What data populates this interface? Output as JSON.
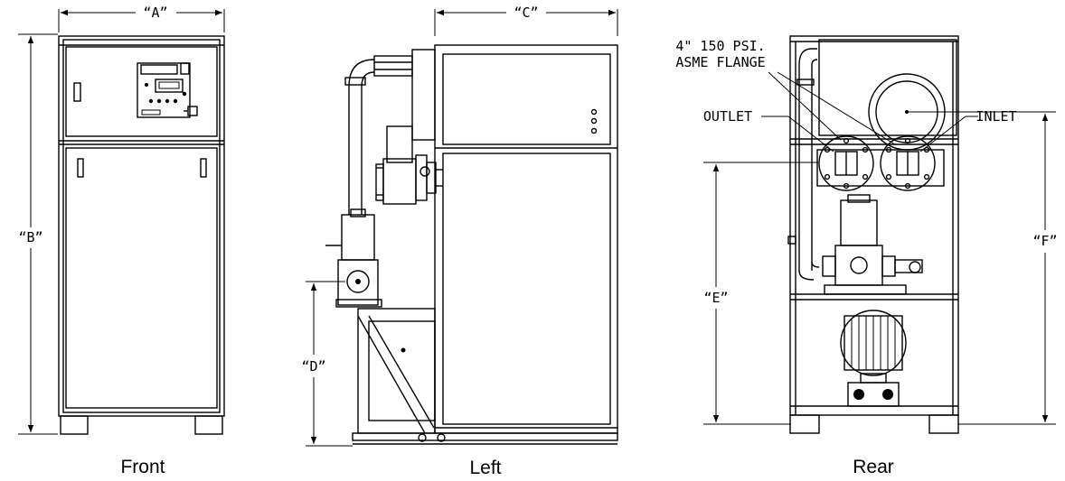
{
  "views": {
    "front": {
      "caption": "Front",
      "dim_a": "“A”",
      "dim_b": "“B”"
    },
    "left": {
      "caption": "Left",
      "dim_c": "“C”",
      "dim_d": "“D”"
    },
    "rear": {
      "caption": "Rear",
      "dim_e": "“E”",
      "dim_f": "“F”",
      "flange_line1": "4\" 150 PSI.",
      "flange_line2": "ASME FLANGE",
      "outlet": "OUTLET",
      "inlet": "INLET"
    }
  }
}
